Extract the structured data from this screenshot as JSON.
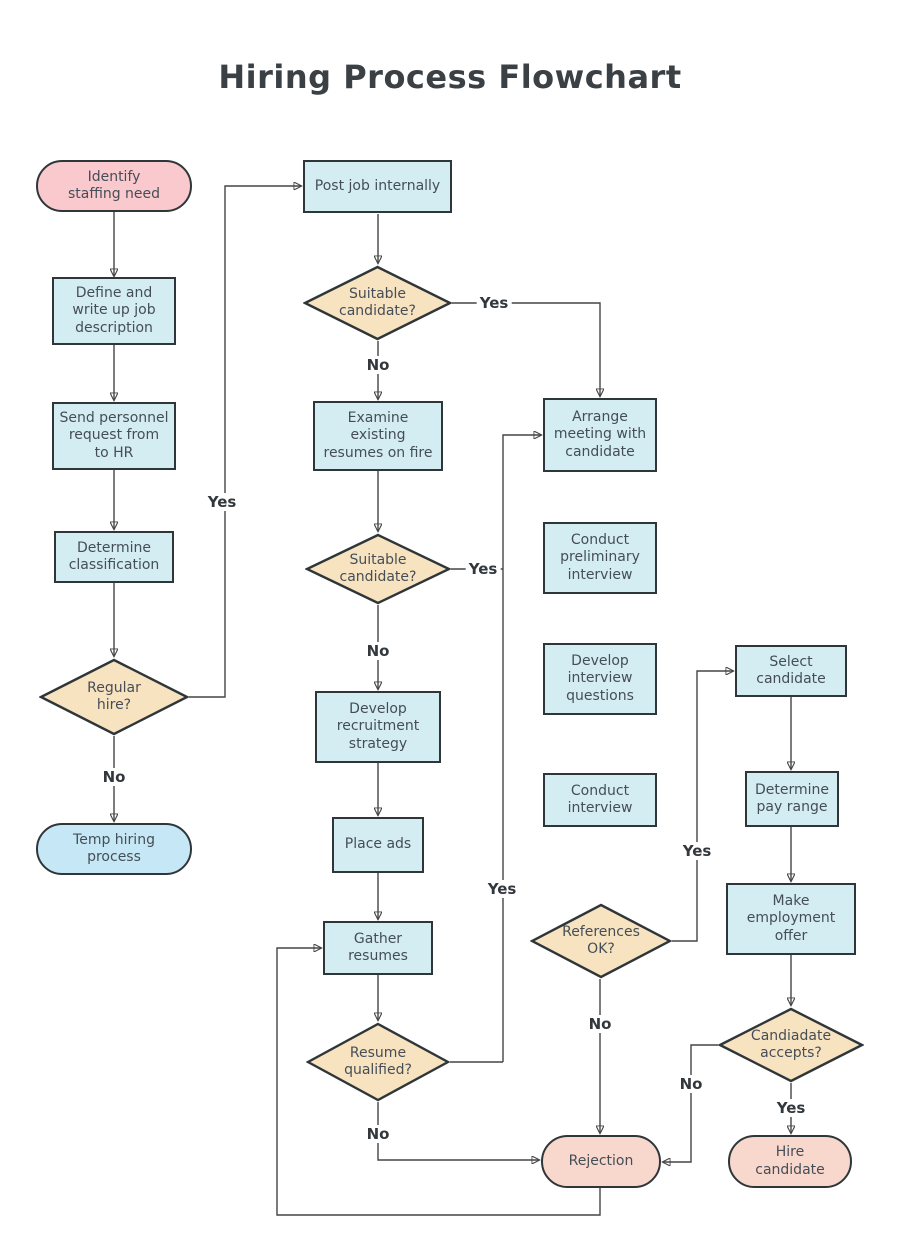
{
  "title": "Hiring Process Flowchart",
  "colors": {
    "process-fill": "#d4edf2",
    "decision-fill": "#f8e3c0",
    "start-fill": "#f9c9ce",
    "end-fill": "#f8d7cc",
    "alt-end-fill": "#c6e8f6",
    "border": "#2f3639",
    "line": "#454545",
    "text": "#454e57"
  },
  "nodes": {
    "identify_staffing_need": {
      "label": "Identify\nstaffing need"
    },
    "define_job_description": {
      "label": "Define and\nwrite up job\ndescription"
    },
    "send_personnel_request": {
      "label": "Send personnel\nrequest from\nto HR"
    },
    "determine_classification": {
      "label": "Determine\nclassification"
    },
    "regular_hire": {
      "label": "Regular\nhire?"
    },
    "temp_hiring_process": {
      "label": "Temp hiring\nprocess"
    },
    "post_job_internally": {
      "label": "Post job internally"
    },
    "suitable_candidate_1": {
      "label": "Suitable\ncandidate?"
    },
    "examine_existing_resumes": {
      "label": "Examine\nexisting\nresumes on fire"
    },
    "suitable_candidate_2": {
      "label": "Suitable\ncandidate?"
    },
    "develop_recruitment_strategy": {
      "label": "Develop\nrecruitment\nstrategy"
    },
    "place_ads": {
      "label": "Place ads"
    },
    "gather_resumes": {
      "label": "Gather\nresumes"
    },
    "resume_qualified": {
      "label": "Resume\nqualified?"
    },
    "arrange_meeting": {
      "label": "Arrange\nmeeting with\ncandidate"
    },
    "conduct_preliminary_interview": {
      "label": "Conduct\npreliminary\ninterview"
    },
    "develop_interview_questions": {
      "label": "Develop\ninterview\nquestions"
    },
    "conduct_interview": {
      "label": "Conduct\ninterview"
    },
    "references_ok": {
      "label": "References\nOK?"
    },
    "rejection": {
      "label": "Rejection"
    },
    "select_candidate": {
      "label": "Select\ncandidate"
    },
    "determine_pay_range": {
      "label": "Determine\npay range"
    },
    "make_employment_offer": {
      "label": "Make\nemployment\noffer"
    },
    "candidate_accepts": {
      "label": "Candiadate\naccepts?"
    },
    "hire_candidate": {
      "label": "Hire\ncandidate"
    }
  },
  "edge_labels": {
    "regular_hire_yes": "Yes",
    "regular_hire_no": "No",
    "suitable1_yes": "Yes",
    "suitable1_no": "No",
    "suitable2_yes": "Yes",
    "suitable2_no": "No",
    "resume_yes": "Yes",
    "resume_no": "No",
    "references_yes": "Yes",
    "references_no": "No",
    "accepts_yes": "Yes",
    "accepts_no": "No"
  }
}
